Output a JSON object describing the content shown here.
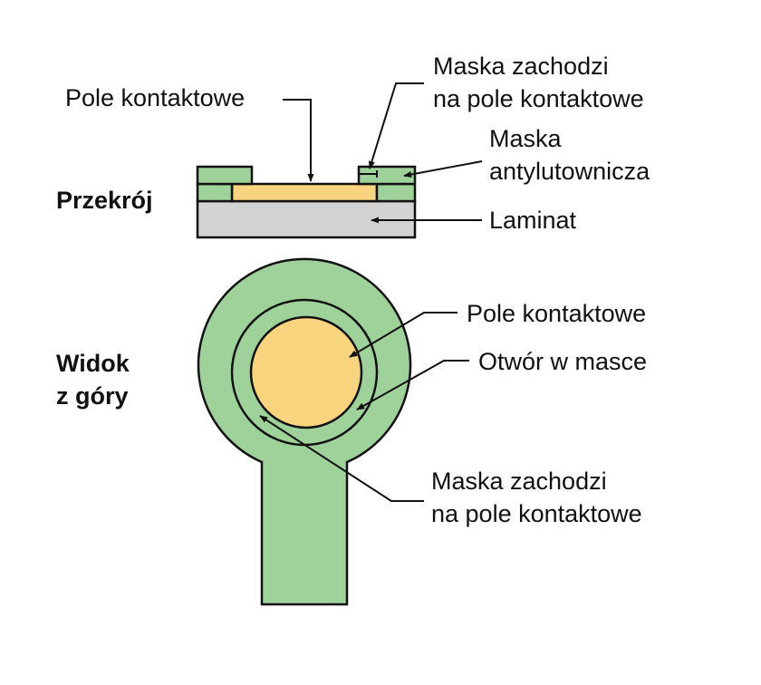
{
  "colors": {
    "mask": "#9fd29a",
    "pad": "#f9d47e",
    "laminate": "#d3d3d3",
    "outline": "#111111",
    "background": "#ffffff"
  },
  "cross_section": {
    "heading": "Przekrój",
    "labels": {
      "pad": "Pole kontaktowe",
      "overlap_line1": "Maska zachodzi",
      "overlap_line2": "na pole kontaktowe",
      "mask_line1": "Maska",
      "mask_line2": "antylutownicza",
      "laminate": "Laminat"
    }
  },
  "top_view": {
    "heading_line1": "Widok",
    "heading_line2": "z góry",
    "labels": {
      "pad": "Pole kontaktowe",
      "opening": "Otwór w masce",
      "overlap_line1": "Maska zachodzi",
      "overlap_line2": "na pole kontaktowe"
    }
  }
}
